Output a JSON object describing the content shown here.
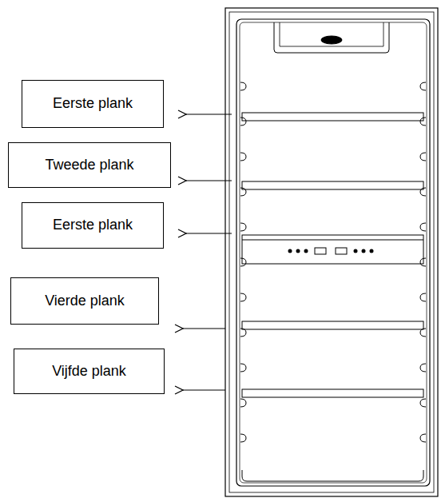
{
  "diagram": {
    "nodes": [
      {
        "text": [
          "Eerste plank"
        ]
      },
      {
        "text": [
          "Tweede plank"
        ]
      },
      {
        "text": [
          "Eerste plank"
        ]
      },
      {
        "text": [
          "Vierde plank"
        ]
      },
      {
        "text": [
          "Vijfde plank"
        ]
      }
    ]
  }
}
